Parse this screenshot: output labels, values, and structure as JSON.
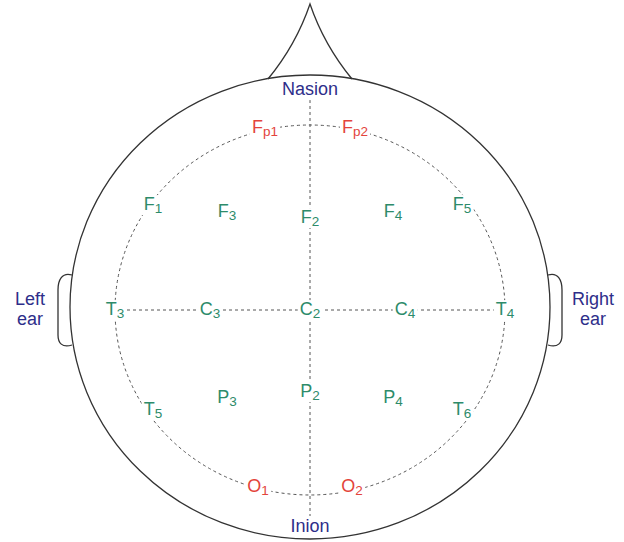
{
  "diagram": {
    "labels": [
      "Nasion",
      "Fp1",
      "Fp2",
      "F1",
      "F3",
      "F2",
      "F4",
      "F5",
      "Left ear",
      "T3",
      "C3",
      "C2",
      "C4",
      "T4",
      "Right ear",
      "T5",
      "P3",
      "P2",
      "P4",
      "T6",
      "O1",
      "O2",
      "Inion"
    ]
  }
}
